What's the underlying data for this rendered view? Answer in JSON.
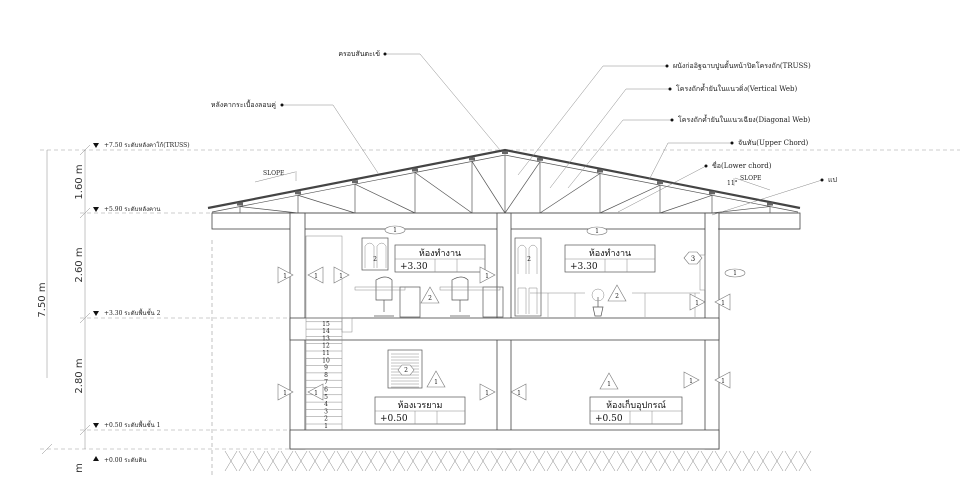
{
  "levels": [
    {
      "label": "+7.50 ระดับหลังคาโก้(TRUSS)"
    },
    {
      "label": "+5.90 ระดับหลังคาน"
    },
    {
      "label": "+3.30 ระดับพื้นชั้น 2"
    },
    {
      "label": "+0.50 ระดับพื้นชั้น 1"
    },
    {
      "label": "+0.00 ระดับดิน"
    }
  ],
  "dimensions": {
    "total": "7.50 m",
    "segments": [
      "1.60 m",
      "2.60 m",
      "2.80 m",
      "m"
    ]
  },
  "callouts": [
    {
      "label": "ครอบสันตะเข้"
    },
    {
      "label": "หลังคากระเบื้องลอนคู่"
    },
    {
      "label": "ผนังก่ออิฐฉาบปูนตั้นหน้าปิดโครงถัก(TRUSS)"
    },
    {
      "label": "โครงถักค้ำยันในแนวดิ่ง(Vertical Web)"
    },
    {
      "label": "โครงถักค้ำยันในแนวเฉียง(Diagonal Web)"
    },
    {
      "label": "จันทัน(Upper Chord)"
    },
    {
      "label": "ขื่อ(Lower chord)"
    },
    {
      "label": "แป"
    }
  ],
  "slope_label": "SLOPE",
  "slope_value": "11°",
  "rooms": [
    {
      "name": "ห้องทำงาน",
      "level": "+3.30"
    },
    {
      "name": "ห้องทำงาน",
      "level": "+3.30"
    },
    {
      "name": "ห้องเวรยาม",
      "level": "+0.50"
    },
    {
      "name": "ห้องเก็บอุปกรณ์",
      "level": "+0.50"
    }
  ],
  "stair_steps": [
    "1",
    "2",
    "3",
    "4",
    "5",
    "6",
    "7",
    "8",
    "9",
    "10",
    "11",
    "12",
    "13",
    "14",
    "15"
  ],
  "tags": {
    "one": "1",
    "two": "2",
    "three": "3"
  }
}
